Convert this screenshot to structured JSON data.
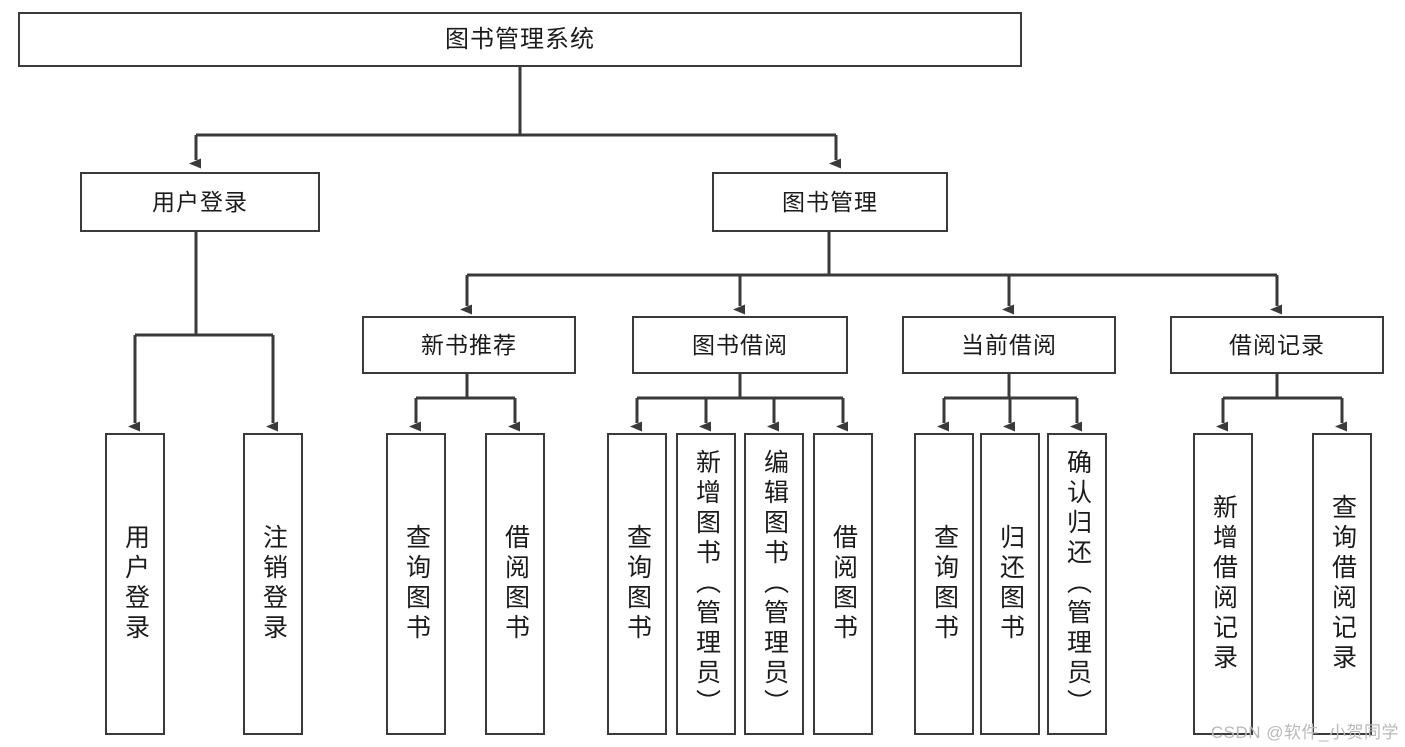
{
  "diagram": {
    "title": "图书管理系统",
    "type": "tree",
    "watermark": "CSDN @软件_小贺同学",
    "colors": {
      "stroke": "#3a3a3a",
      "fill": "#ffffff",
      "text": "#1b1b1b",
      "watermark": "#b9b9b9"
    },
    "levels": {
      "root": {
        "label": "图书管理系统"
      },
      "level2": [
        {
          "label": "用户登录"
        },
        {
          "label": "图书管理"
        }
      ],
      "level3": [
        {
          "label": "新书推荐"
        },
        {
          "label": "图书借阅"
        },
        {
          "label": "当前借阅"
        },
        {
          "label": "借阅记录"
        }
      ]
    },
    "groups": [
      {
        "parent": "用户登录",
        "leaves": [
          {
            "label": "用户登录"
          },
          {
            "label": "注销登录"
          }
        ]
      },
      {
        "parent": "新书推荐",
        "leaves": [
          {
            "label": "查询图书"
          },
          {
            "label": "借阅图书"
          }
        ]
      },
      {
        "parent": "图书借阅",
        "leaves": [
          {
            "label": "查询图书"
          },
          {
            "label": "新增图书（管理员）"
          },
          {
            "label": "编辑图书（管理员）"
          },
          {
            "label": "借阅图书"
          }
        ]
      },
      {
        "parent": "当前借阅",
        "leaves": [
          {
            "label": "查询图书"
          },
          {
            "label": "归还图书"
          },
          {
            "label": "确认归还（管理员）"
          }
        ]
      },
      {
        "parent": "借阅记录",
        "leaves": [
          {
            "label": "新增借阅记录"
          },
          {
            "label": "查询借阅记录"
          }
        ]
      }
    ]
  }
}
